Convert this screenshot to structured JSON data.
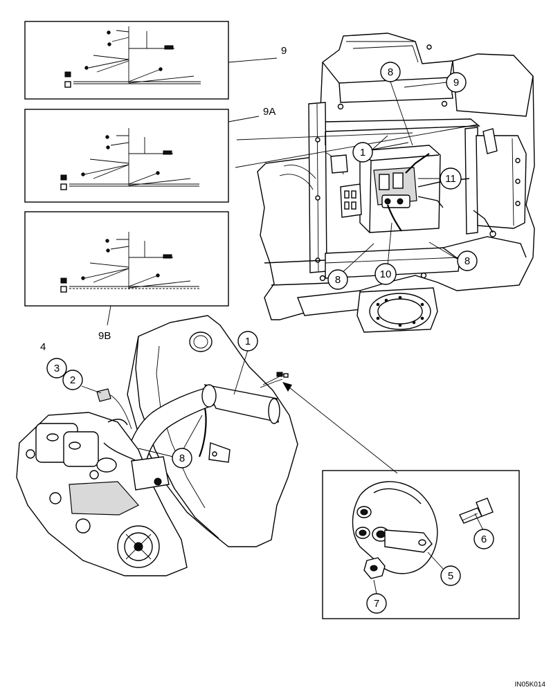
{
  "labels": {
    "harness_9": "9",
    "harness_9a": "9A",
    "harness_9b": "9B",
    "assembly_4": "4"
  },
  "callouts": {
    "c1_top": "1",
    "c8_top": "8",
    "c9_top": "9",
    "c11": "11",
    "c8_right": "8",
    "c8_mid": "8",
    "c10": "10",
    "c1_engine": "1",
    "c3": "3",
    "c2": "2",
    "c8_engine": "8",
    "c6": "6",
    "c5": "5",
    "c7": "7"
  },
  "figure_code": "IN05K014"
}
